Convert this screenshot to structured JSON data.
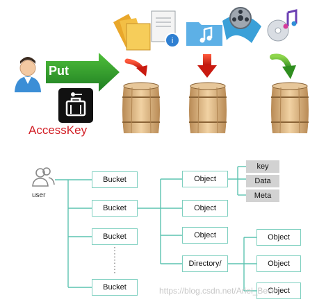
{
  "top": {
    "put_label": "Put",
    "access_key_label": "AccessKey"
  },
  "diagram": {
    "user_label": "user",
    "buckets": [
      "Bucket",
      "Bucket",
      "Bucket",
      "Bucket"
    ],
    "objects": [
      "Object",
      "Object",
      "Object"
    ],
    "directory_label": "Directory/",
    "object_parts": [
      "key",
      "Data",
      "Meta"
    ],
    "directory_objects": [
      "Object",
      "Object",
      "Object"
    ]
  },
  "watermark": "https://blog.csdn.net/Ariel_Beck",
  "colors": {
    "arrow_green": "#2e9e2e",
    "connector": "#5cc3b0",
    "red_arrow": "#d9261c",
    "access_key_text": "#d21f26"
  }
}
